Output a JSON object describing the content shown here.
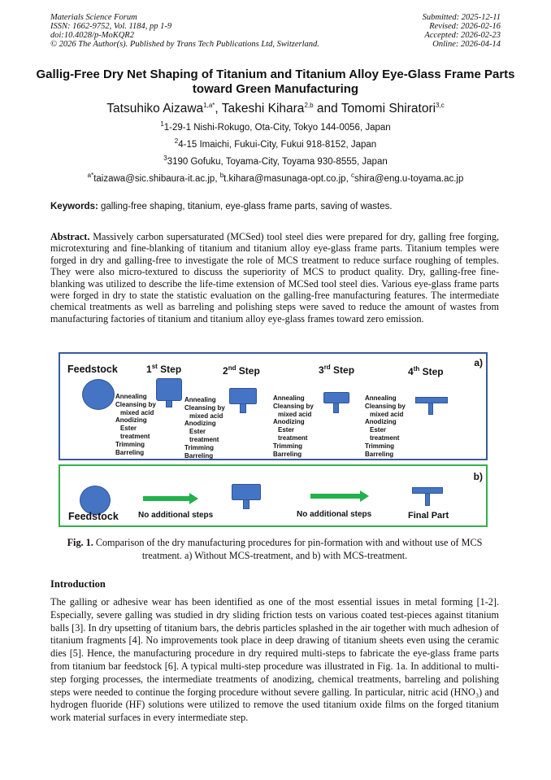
{
  "header": {
    "left": [
      "Materials Science Forum",
      "ISSN: 1662-9752, Vol. 1184, pp 1-9",
      "doi:10.4028/p-MoKQR2",
      "© 2026 The Author(s). Published by Trans Tech Publications Ltd, Switzerland."
    ],
    "right": [
      "Submitted: 2025-12-11",
      "Revised: 2026-02-16",
      "Accepted: 2026-02-23",
      "Online: 2026-04-14"
    ]
  },
  "title": "Gallig-Free Dry Net Shaping of Titanium and Titanium Alloy Eye-Glass Frame Parts toward Green Manufacturing",
  "authors": [
    {
      "name": "Tatsuhiko Aizawa",
      "sup": "1,a*"
    },
    {
      "name": "Takeshi Kihara",
      "sup": "2,b"
    },
    {
      "name": "Tomomi Shiratori",
      "sup": "3,c"
    }
  ],
  "author_sep": ", ",
  "author_and": " and ",
  "affiliations": [
    {
      "sup": "1",
      "text": "1-29-1 Nishi-Rokugo, Ota-City, Tokyo 144-0056, Japan"
    },
    {
      "sup": "2",
      "text": "4-15 Imaichi, Fukui-City, Fukui 918-8152, Japan"
    },
    {
      "sup": "3",
      "text": "3190 Gofuku, Toyama-City, Toyama 930-8555, Japan"
    }
  ],
  "emails": [
    {
      "sup": "a*",
      "text": "taizawa@sic.shibaura-it.ac.jp"
    },
    {
      "sup": "b",
      "text": "t.kihara@masunaga-opt.co.jp"
    },
    {
      "sup": "c",
      "text": "shira@eng.u-toyama.ac.jp"
    }
  ],
  "keywords": {
    "label": "Keywords:",
    "text": " galling-free shaping, titanium, eye-glass frame parts, saving of wastes."
  },
  "abstract": {
    "label": "Abstract.",
    "text": " Massively carbon supersaturated (MCSed) tool steel dies were prepared for dry, galling free forging, microtexturing and fine-blanking of titanium and titanium alloy eye-glass frame parts. Titanium temples were forged in dry and galling-free to investigate the role of MCS treatment to reduce surface roughing of temples.  They were also micro-textured to discuss the superiority of MCS to product quality.  Dry, galling-free fine-blanking was utilized to describe the life-time extension of MCSed tool steel dies.  Various eye-glass frame parts were forged in dry to state the statistic evaluation on the galling-free manufacturing features.  The intermediate chemical treatments as well as barreling and polishing steps were saved to reduce the amount of wastes from manufacturing factories of titanium and titanium alloy eye-glass frames toward zero emission."
  },
  "figure": {
    "panel_a": {
      "tag": "a)",
      "feedstock": "Feedstock",
      "steps": [
        {
          "num": "1",
          "sup": "st",
          "word": " Step"
        },
        {
          "num": "2",
          "sup": "nd",
          "word": " Step"
        },
        {
          "num": "3",
          "sup": "rd",
          "word": " Step"
        },
        {
          "num": "4",
          "sup": "th",
          "word": " Step"
        }
      ],
      "treatments": [
        "Annealing",
        "Cleansing by",
        "mixed acid",
        "Anodizing",
        "Ester",
        "treatment",
        "Trimming",
        "Barreling"
      ]
    },
    "panel_b": {
      "tag": "b)",
      "feedstock": "Feedstock",
      "no_steps_1": "No additional steps",
      "no_steps_2": "No additional steps",
      "final": "Final Part"
    },
    "colors": {
      "shape": "#4574c4",
      "arrow": "#22b14c",
      "border_a": "#3a5a9c",
      "border_b": "#33b04a"
    },
    "caption": {
      "label": "Fig. 1.",
      "text": " Comparison of the dry manufacturing procedures for pin-formation with and without use of MCS treatment. a) Without MCS-treatment, and b) with MCS-treatment."
    }
  },
  "introduction": {
    "heading": "Introduction",
    "text": "The galling or adhesive wear has been identified as one of the most essential issues in metal forming [1-2]. Especially, severe galling was studied in dry sliding friction tests on various coated test-pieces against titanium balls [3]. In dry upsetting of titanium bars, the debris particles splashed in the air together with much adhesion of titanium fragments [4]. No improvements took place in deep drawing of titanium sheets even using the ceramic dies [5]. Hence, the manufacturing procedure in dry required multi-steps to fabricate the eye-glass frame parts from titanium bar feedstock [6]. A typical multi-step procedure was illustrated in Fig. 1a.  In additional to multi-step forging processes, the intermediate treatments of anodizing, chemical treatments, barreling and polishing steps were needed to continue the forging procedure without severe galling. In particular, nitric acid (HNO₃) and hydrogen fluoride (HF) solutions were utilized to remove the used titanium oxide films on the forged titanium work material surfaces in every intermediate step."
  }
}
